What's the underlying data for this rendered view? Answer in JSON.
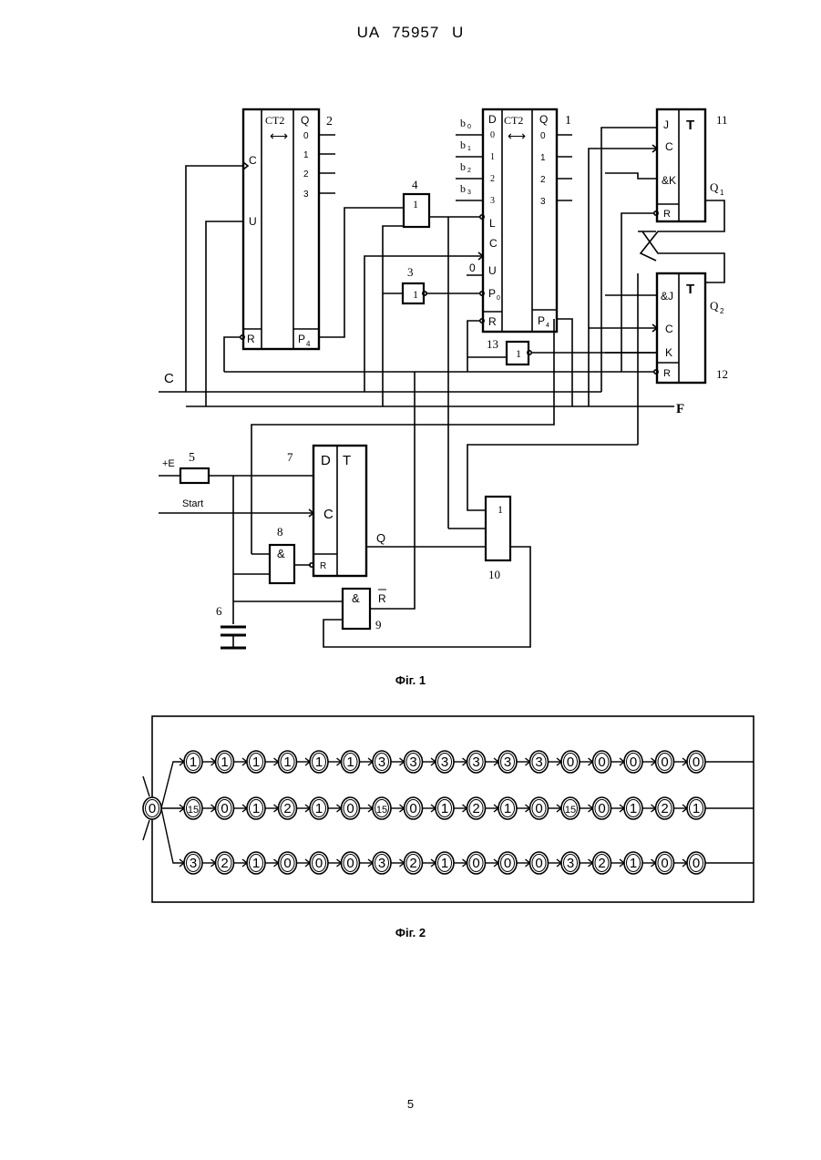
{
  "header": {
    "doc_number": "UA   75957   U"
  },
  "fig1": {
    "caption": "Фіг. 1",
    "counter2": {
      "num": "2",
      "title": "CT2",
      "arrow": "⟷",
      "q": "Q",
      "outs": [
        "0",
        "1",
        "2",
        "3"
      ],
      "c": "C",
      "u": "U",
      "r": "R",
      "p": "P",
      "p_sub": "4"
    },
    "counter1": {
      "num": "1",
      "title": "CT2",
      "arrow": "⟷",
      "d": "D",
      "q": "Q",
      "d_in": [
        "0",
        "1",
        "2",
        "3"
      ],
      "outs": [
        "0",
        "1",
        "2",
        "3"
      ],
      "b": [
        [
          "b",
          "0"
        ],
        [
          "b",
          "1"
        ],
        [
          "b",
          "2"
        ],
        [
          "b",
          "3"
        ]
      ],
      "l": "L",
      "c": "C",
      "zero": "0",
      "u": "U",
      "p0": "P",
      "p0_sub": "0",
      "r": "R",
      "p4": "P",
      "p4_sub": "4"
    },
    "or4": {
      "num": "4",
      "sym": "1"
    },
    "inv3": {
      "num": "3",
      "sym": "1"
    },
    "inv13": {
      "num": "13",
      "sym": "1"
    },
    "ff11": {
      "num": "11",
      "j": "J",
      "c": "C",
      "k": "&K",
      "r": "R",
      "t": "T",
      "q": "Q",
      "q_sub": "1"
    },
    "ff12": {
      "num": "12",
      "j": "&J",
      "c": "C",
      "k": "K",
      "r": "R",
      "t": "T",
      "q": "Q",
      "q_sub": "2"
    },
    "ff7": {
      "num": "7",
      "d": "D",
      "c": "C",
      "r": "R",
      "t": "T",
      "q": "Q"
    },
    "and8": {
      "num": "8",
      "sym": "&"
    },
    "and9": {
      "num": "9",
      "sym": "&",
      "rbar": "R"
    },
    "or10": {
      "num": "10",
      "sym": "1"
    },
    "res5": {
      "num": "5",
      "plus_e": "+E"
    },
    "cap6": {
      "num": "6"
    },
    "labels": {
      "c": "C",
      "f": "F",
      "start": "Start"
    }
  },
  "fig2": {
    "caption": "Фіг. 2",
    "start": "0",
    "rows": [
      [
        "1",
        "1",
        "1",
        "1",
        "1",
        "1",
        "3",
        "3",
        "3",
        "3",
        "3",
        "3",
        "0",
        "0",
        "0",
        "0",
        "0"
      ],
      [
        "15",
        "0",
        "1",
        "2",
        "1",
        "0",
        "15",
        "0",
        "1",
        "2",
        "1",
        "0",
        "15",
        "0",
        "1",
        "2",
        "1"
      ],
      [
        "3",
        "2",
        "1",
        "0",
        "0",
        "0",
        "3",
        "2",
        "1",
        "0",
        "0",
        "0",
        "3",
        "2",
        "1",
        "0",
        "0"
      ]
    ]
  },
  "page_number": "5"
}
